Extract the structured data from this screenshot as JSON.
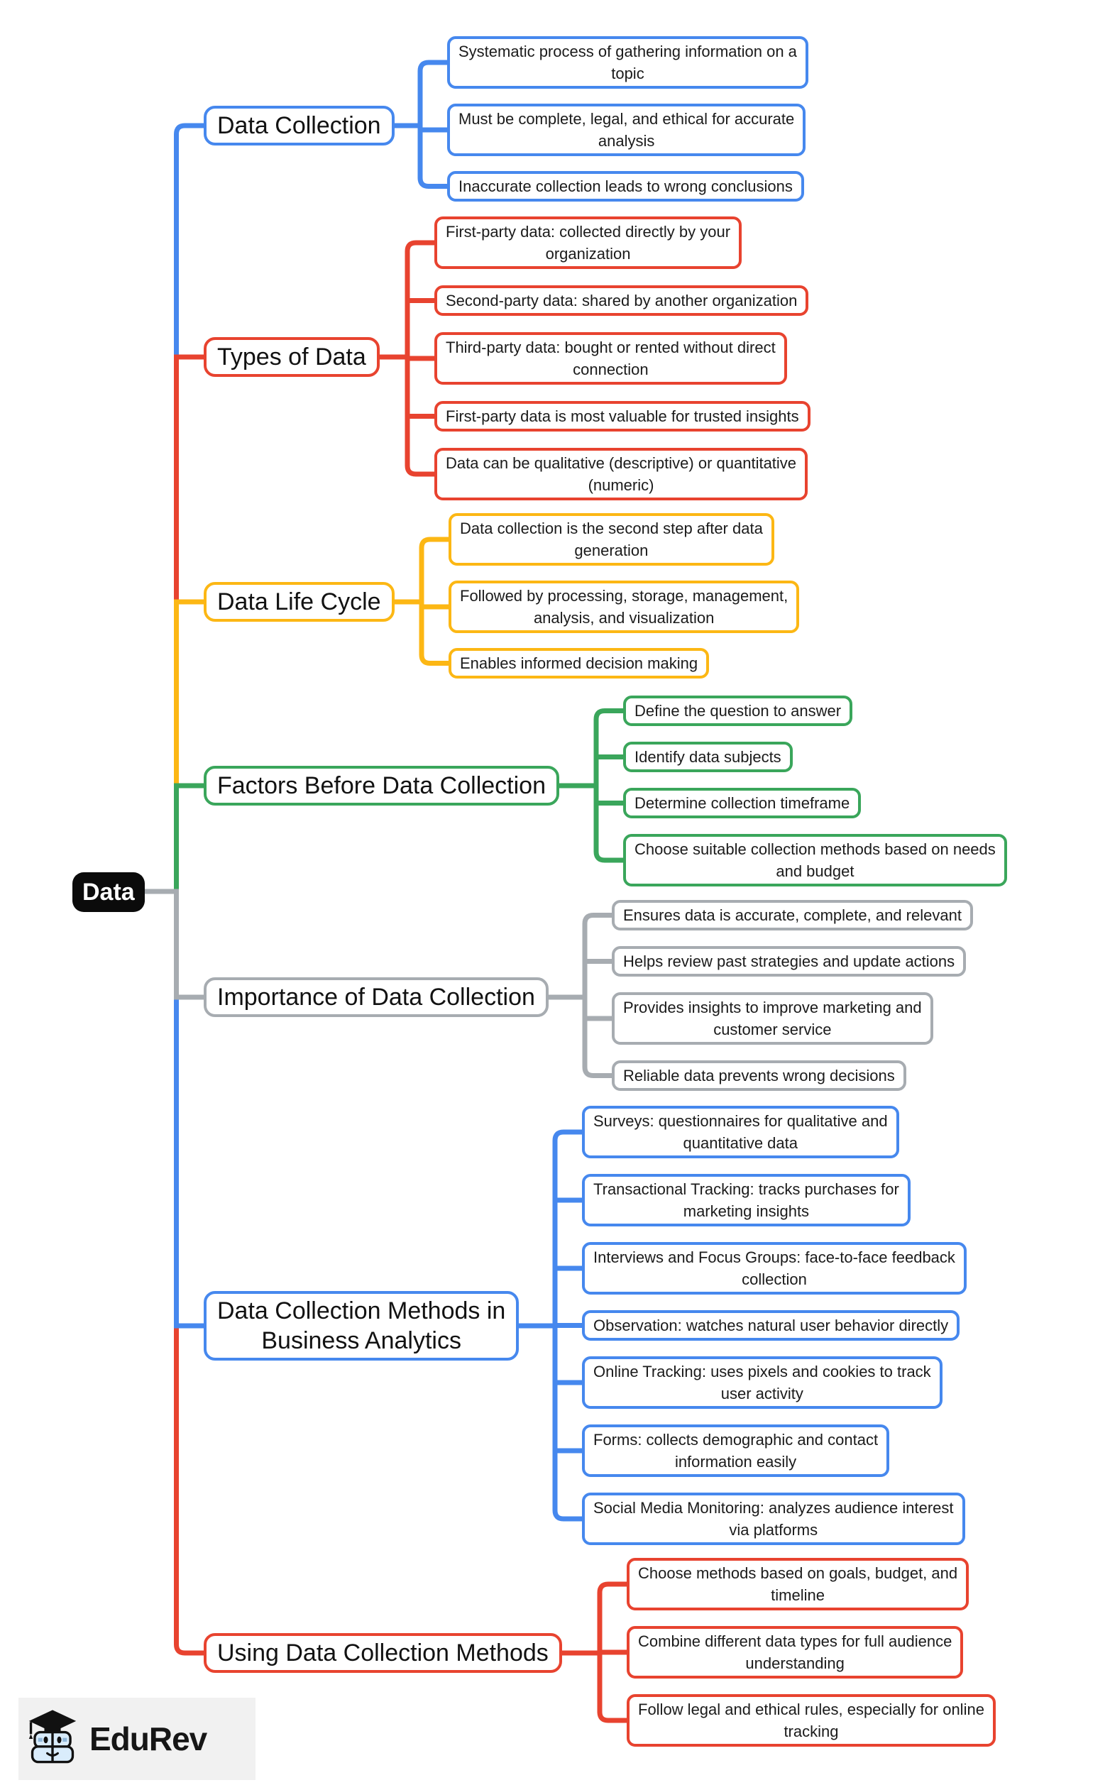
{
  "root": {
    "label": "Data"
  },
  "logo": {
    "text": "EduRev"
  },
  "colors": {
    "blue": "#4688ee",
    "red": "#e8432f",
    "yellow": "#fcb714",
    "green": "#3aa65b",
    "gray": "#a7acb1",
    "root_bg": "#0b0b0b"
  },
  "branches": [
    {
      "label": "Data Collection",
      "color": "blue",
      "leaves": [
        "Systematic process of gathering information on a\ntopic",
        "Must be complete, legal, and ethical for accurate\nanalysis",
        "Inaccurate collection leads to wrong conclusions"
      ]
    },
    {
      "label": "Types of Data",
      "color": "red",
      "leaves": [
        "First-party data: collected directly by your\norganization",
        "Second-party data: shared by another organization",
        "Third-party data: bought or rented without direct\nconnection",
        "First-party data is most valuable for trusted insights",
        "Data can be qualitative (descriptive) or quantitative\n(numeric)"
      ]
    },
    {
      "label": "Data Life Cycle",
      "color": "yellow",
      "leaves": [
        "Data collection is the second step after data\ngeneration",
        "Followed by processing, storage, management,\nanalysis, and visualization",
        "Enables informed decision making"
      ]
    },
    {
      "label": "Factors Before Data Collection",
      "color": "green",
      "leaves": [
        "Define the question to answer",
        "Identify data subjects",
        "Determine collection timeframe",
        "Choose suitable collection methods based on needs\nand budget"
      ]
    },
    {
      "label": "Importance of Data Collection",
      "color": "gray",
      "leaves": [
        "Ensures data is accurate, complete, and relevant",
        "Helps review past strategies and update actions",
        "Provides insights to improve marketing and\ncustomer service",
        "Reliable data prevents wrong decisions"
      ]
    },
    {
      "label": "Data Collection Methods in\nBusiness Analytics",
      "color": "blue",
      "leaves": [
        "Surveys: questionnaires for qualitative and\nquantitative data",
        "Transactional Tracking: tracks purchases for\nmarketing insights",
        "Interviews and Focus Groups: face-to-face feedback\ncollection",
        "Observation: watches natural user behavior directly",
        "Online Tracking: uses pixels and cookies to track\nuser activity",
        "Forms: collects demographic and contact\ninformation easily",
        "Social Media Monitoring: analyzes audience interest\nvia platforms"
      ]
    },
    {
      "label": "Using Data Collection Methods",
      "color": "red",
      "leaves": [
        "Choose methods based on goals, budget, and\ntimeline",
        "Combine different data types for full audience\nunderstanding",
        "Follow legal and ethical rules, especially for online\ntracking"
      ]
    }
  ]
}
